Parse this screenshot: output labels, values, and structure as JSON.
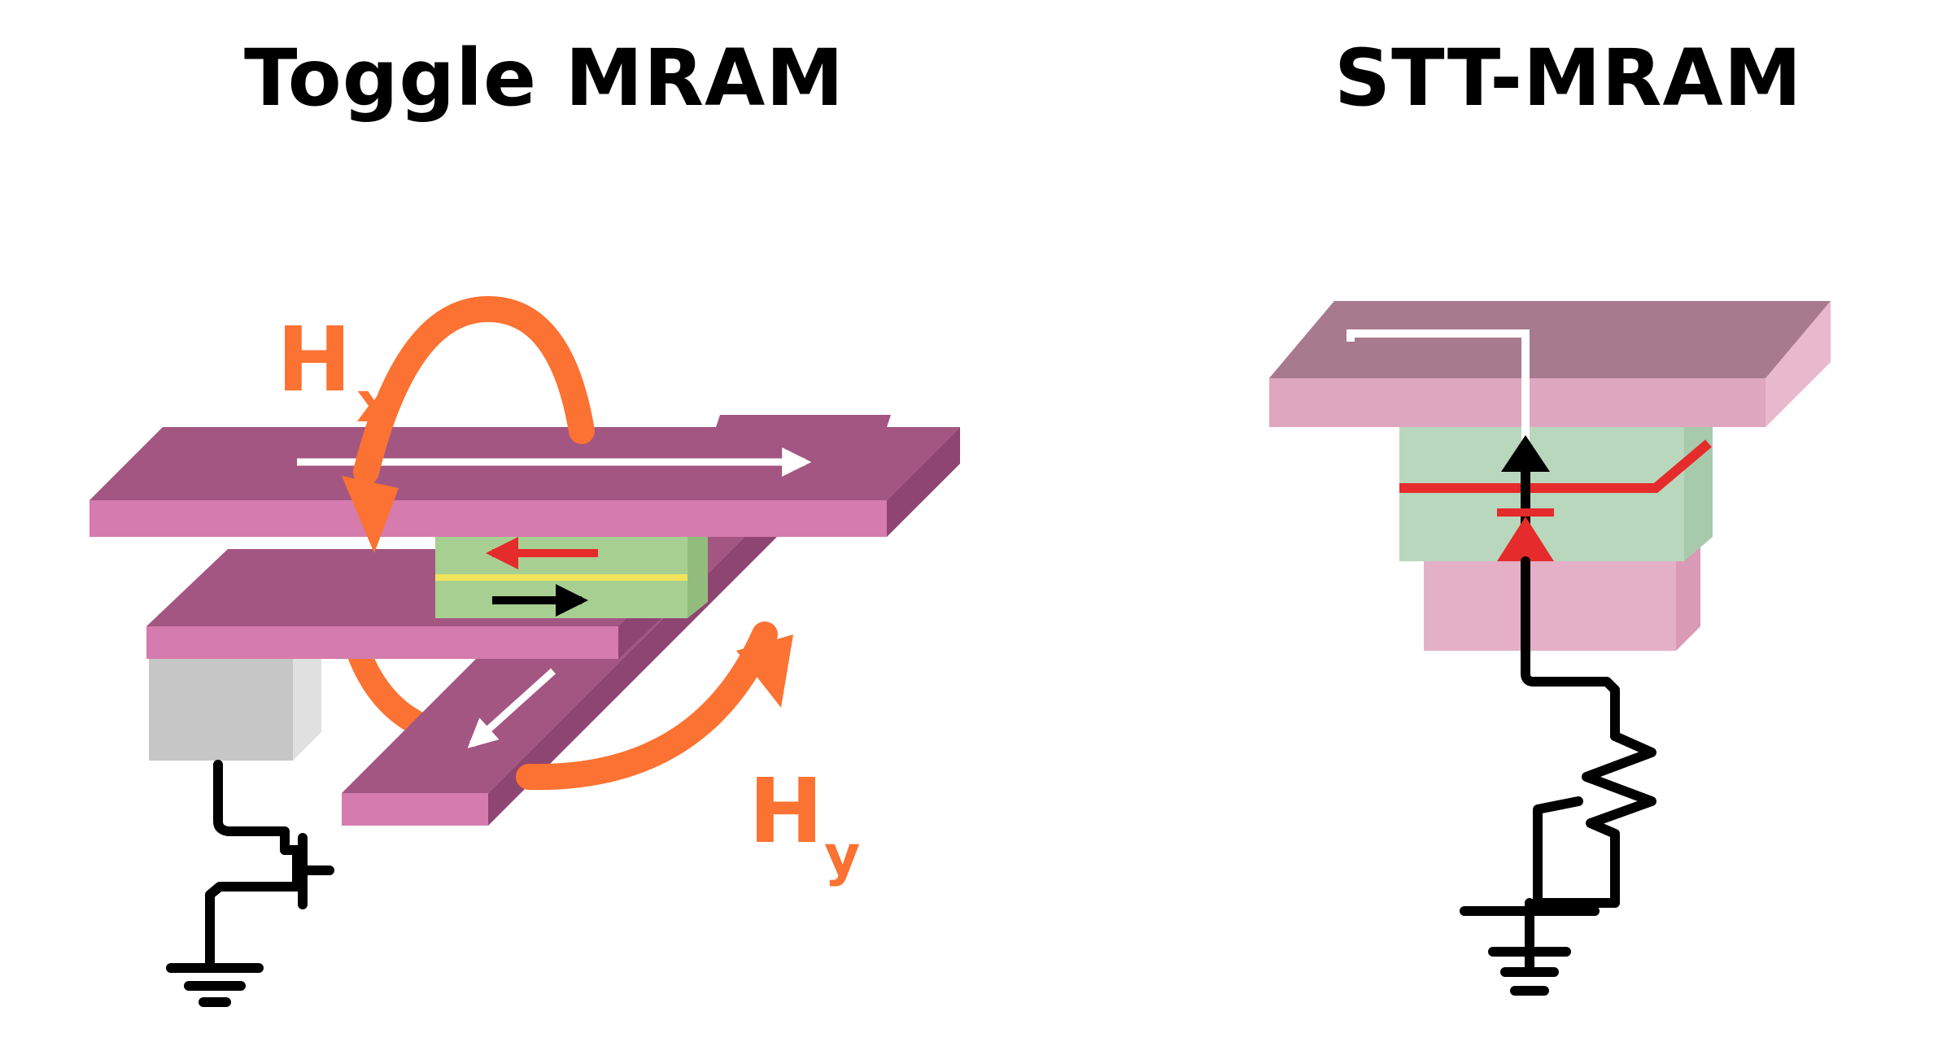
{
  "titles": {
    "left": "Toggle MRAM",
    "right": "STT-MRAM"
  },
  "labels": {
    "hx_main": "H",
    "hx_sub": "x",
    "hy_main": "H",
    "hy_sub": "y"
  },
  "colors": {
    "rail_top": "#A35682",
    "rail_front": "#D57BAD",
    "field_arrow": "#FB7232",
    "mtj_green": "#A8CF92",
    "stt_top": "#A87A8E",
    "stt_front": "#DFA7BF",
    "stt_green": "#B9D7BD",
    "stt_bottom": "#E4B0C7",
    "red": "#E52B2B",
    "transistor_gray": "#C6C6C6",
    "wire": "#000000"
  }
}
